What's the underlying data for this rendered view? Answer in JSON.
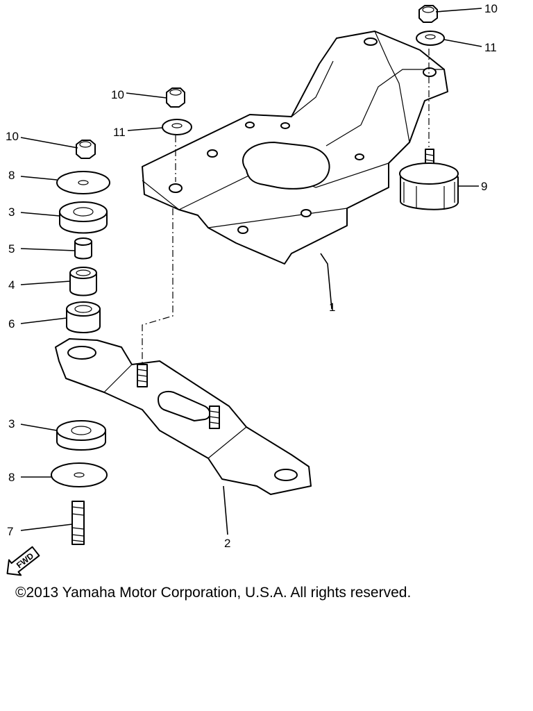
{
  "callouts": {
    "c10_top": "10",
    "c11_top": "11",
    "c10_mid": "10",
    "c11_mid": "11",
    "c10_left": "10",
    "c8_upper": "8",
    "c3_upper": "3",
    "c5": "5",
    "c4": "4",
    "c6": "6",
    "c9": "9",
    "c1": "1",
    "c3_lower": "3",
    "c8_lower": "8",
    "c7": "7",
    "c2": "2"
  },
  "fwd_label": "FWD",
  "copyright": "©2013 Yamaha Motor Corporation, U.S.A. All rights reserved."
}
